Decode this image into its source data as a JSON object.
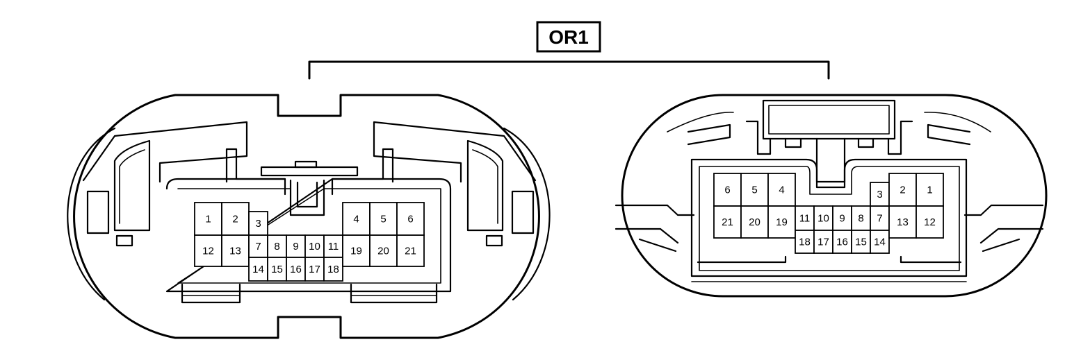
{
  "title": "OR1",
  "connector_left": {
    "pins": [
      "1",
      "2",
      "3",
      "4",
      "5",
      "6",
      "7",
      "8",
      "9",
      "10",
      "11",
      "12",
      "13",
      "14",
      "15",
      "16",
      "17",
      "18",
      "19",
      "20",
      "21"
    ]
  },
  "connector_right": {
    "pins": [
      "1",
      "2",
      "3",
      "4",
      "5",
      "6",
      "7",
      "8",
      "9",
      "10",
      "11",
      "12",
      "13",
      "14",
      "15",
      "16",
      "17",
      "18",
      "19",
      "20",
      "21"
    ]
  }
}
